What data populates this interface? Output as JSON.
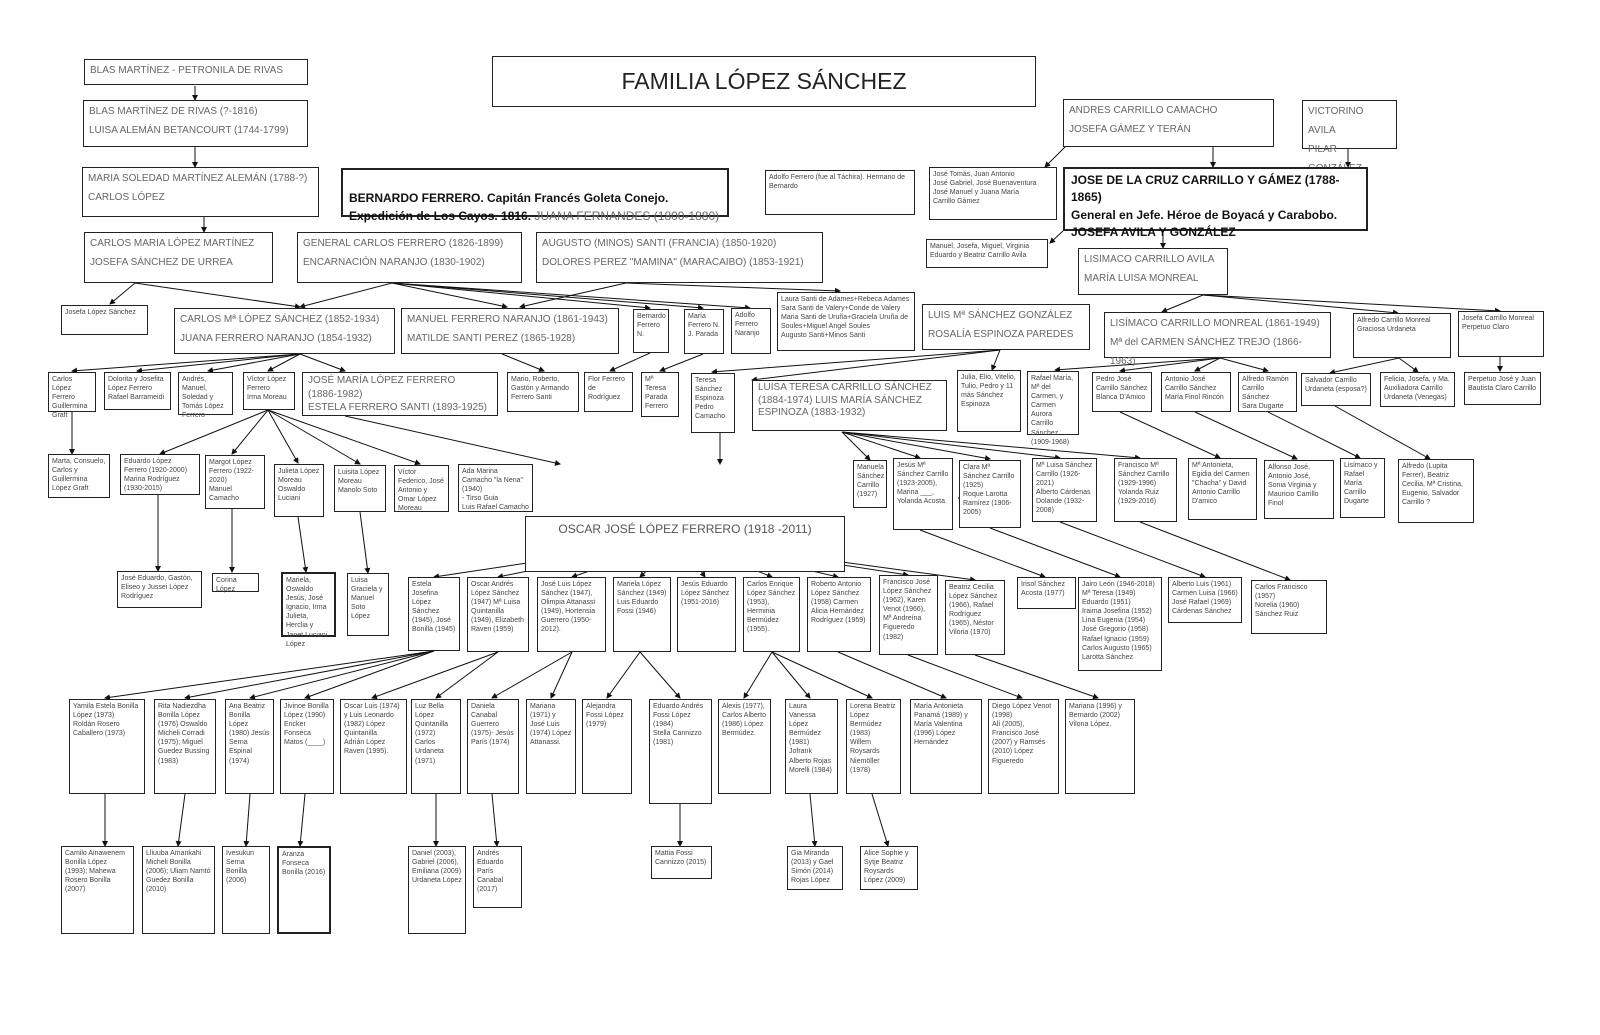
{
  "title": "FAMILIA LÓPEZ SÁNCHEZ",
  "people": {
    "blas_petronila": "BLAS MARTÍNEZ - PETRONILA DE RIVAS",
    "blas_luisa": "BLAS MARTÍNEZ DE RIVAS (?-1816)\nLUISA ALEMÁN BETANCOURT (1744-1799)",
    "maria_soledad": "MARIA SOLEDAD MARTÍNEZ ALEMÁN (1788-?)\nCARLOS LÓPEZ",
    "carlos_maria": "CARLOS MARIA LÓPEZ MARTÍNEZ\nJOSEFA SÁNCHEZ DE URREA",
    "bernardo_bold": "BERNARDO FERRERO. Capitán Francés Goleta Conejo. Expedición de Los Cayos. 1816.",
    "bernardo_thin": " JUANA FERNANDES (1800-1880)",
    "general_carlos": "GENERAL CARLOS FERRERO (1826-1899)\nENCARNACIÓN NARANJO (1830-1902)",
    "augusto_santi": "AUGUSTO (MINOS) SANTI (FRANCIA) (1850-1920)\nDOLORES PEREZ \"MAMINA\" (MARACAIBO) (1853-1921)",
    "adolfo_tachira": "Adolfo Ferrero (fue al Táchira). Hermano de Bernardo",
    "jose_tomas": "José Tomás, Juan Antonio\nJosé Gabriel, José Buenaventura\nJosé Manuel y Juana María\nCarrillo Gámez",
    "andres_carrillo": "ANDRES CARRILLO CAMACHO\nJOSEFA GÁMEZ Y TERÁN",
    "victorino": "VICTORINO AVILA\nPILAR GONZÁLEZ",
    "jose_cruz": "JOSE DE LA CRUZ CARRILLO Y GÁMEZ (1788-1865)\nGeneral en Jefe. Héroe de Boyacá y Carabobo.\nJOSEFA AVILA Y GONZÁLEZ",
    "manuel_josefa": "Manuel, Josefa, Miguel, Virginia\nEduardo y Beatriz Carrillo Avila",
    "lisimaco_avila": "LISIMACO CARRILLO AVILA\nMARÍA LUISA MONREAL",
    "laura_santi": "Laura Santi de Adames+Rebeca Adames\nSara Santi de Valery+Conde de Valery\nMaria Santi de Uruña+Graciela Uruña de Soules+Miguel Angel Soules\nAugusto Santi+Minos Santi",
    "josefa_lopez": "Josefa López Sánchez",
    "carlos_ma": "CARLOS Mª LÓPEZ SÁNCHEZ (1852-1934)\nJUANA FERRERO NARANJO (1854-1932)",
    "manuel_ferrero": "MANUEL FERRERO NARANJO (1861-1943)\nMATILDE SANTI PEREZ (1865-1928)",
    "bernardo_n": "Bernardo Ferrero N.",
    "maria_ferrero": "María Ferrero N. J. Parada",
    "adolfo_naranjo": "Adolfo Ferrero Naranjo",
    "luis_ma": "LUIS Mª SÁNCHEZ GONZÁLEZ\nROSALÍA ESPINOZA PAREDES",
    "lisimaco_monreal": "LISÍMACO CARRILLO MONREAL (1861-1949)\nMª del CARMEN SÁNCHEZ TREJO (1866-1963)",
    "alfredo_monreal": "Alfredo Carrillo Monreal\nGraciosa Urdaneta",
    "josefa_monreal": "Josefa Carrillo Monreal\nPerpetuo Claro",
    "carlos_graft": "Carlos López Ferrero\nGuillermina Graft",
    "dolorita": "Dolorita y Josefita López Ferrero\nRafael Barrameidi",
    "andres_manuel": "Andrés, Manuel, Soledad y Tomás López Ferrero",
    "victor_lopez": "Víctor López Ferrero\nIrma Moreau",
    "jose_maria_lf": "JOSÉ MARÍA LÓPEZ FERRERO\n(1886-1982)\nESTELA FERRERO SANTI (1893-1925)",
    "mario_roberto": "Mario, Roberto, Gastón y Armando Ferrero Santi",
    "flor_ferrero": "Flor Ferrero de Rodríguez",
    "ma_teresa_parada": "Mª Teresa Parada Ferrero",
    "teresa_sanchez": "Teresa Sánchez Espinoza\nPedro Camacho",
    "luisa_teresa": "LUISA TERESA CARRILLO SÁNCHEZ\n(1884-1974) LUIS MARÍA SÁNCHEZ\nESPINOZA (1883-1932)",
    "julia_elio": "Julia, Elio, Vitelio, Tulio, Pedro y 11 más Sánchez Espinoza",
    "rafael_maria": "Rafael María, Mª del Carmen, y Carmen Aurora Carrillo Sánchez (1909-1968)",
    "pedro_jose": "Pedro José Carrillo Sánchez\nBlanca D'Amico",
    "antonio_jose": "Antonio José Carrillo Sánchez\nMaría Finol Rincón",
    "alfredo_ramon": "Alfredo Ramón Carrillo Sánchez\nSara Dugarte",
    "salvador": "Salvador Carrillo Urdaneta (esposa?)",
    "felicia": "Felicia, Josefa, y Ma. Auxiliadora Carrillo Urdaneta (Venegas)",
    "perpetuo": "Perpetuo José y Juan Bautista Claro Carrillo",
    "marta_consuelo": "Marta, Consuelo, Carlos y Guillermina López Graft",
    "eduardo_lopez": "Eduardo López Ferrero (1920-2000)\nMarina Rodríguez (1930-2015)",
    "margot": "Margot López Ferrero (1922-2020)\nManuel Camacho",
    "julieta": "Julieta López Moreau\nOswaldo Luciani",
    "luisita": "Luisita López Moreau\nManolo Soto",
    "victor_federico": "Víctor Federico, José Antonio y Omar López Moreau",
    "ada_marina": "Ada Marina Camacho \"la Nena\" (1940)\n- Tirso Guia\nLuis Rafael Camacho",
    "manuela_sc": "Manuela Sánchez Carrillo (1927)",
    "jesus_ma": "Jesús Mª Sánchez Carrillo (1923-2005), Marina ___, Yolanda Acosta",
    "clara_ma": "Clara Mª Sánchez Carrillo (1925)\nRoque Larotta\nRamírez (1906-2005)",
    "ma_luisa": "Mª Luisa Sánchez Carrillo (1926-2021)\nAlberto Cárdenas Dolande (1932-2008)",
    "francisco_ma": "Francisco Mª Sánchez Carrillo (1929-1996)\nYolanda Ruiz (1929-2016)",
    "ma_antonieta": "Mª Antonieta, Egidia del Carmen \"Chacha\" y David Antonio Carrillo D'amico",
    "alfonso_jose": "Alfonso José, Antonio José, Sonia Virginia y Mauricio Carrillo Finol",
    "lisimaco_y": "Lisímaco y Rafael María Carrillo Dugarte",
    "alfredo_lupita": "Alfredo (Lupita Ferrer), Beatriz Cecilia, Mª Cristina, Eugenio, Salvador Carrillo ?",
    "oscar_main": "OSCAR JOSÉ LÓPEZ FERRERO (1918\n-2011)",
    "jose_eduardo": "José Eduardo, Gastón, Eliseo y Jussei López Rodríguez",
    "corina": "Corina López",
    "mariela_oswaldo": "Mariela, Oswaldo Jesús, José Ignacio, Irma Julieta, Herclia y Janet Luciani López",
    "luisa_graciela": "Luisa Graciela y Manuel Soto López",
    "estela_josefina": "Estela Josefina López Sánchez (1945), José Bonilla (1945)",
    "oscar_andres": "Oscar Andrés López Sánchez (1947) Mª Luisa Quintanilla (1949), Elizabeth Raven (1959)",
    "jose_luis": "José Luis López Sánchez (1947), Olimpia Attanassi (1949), Hortensia Guerrero (1950-2012).",
    "mariela_ls": "Mariela López Sánchez (1949)\nLuis Eduardo Fossi (1946)",
    "jesus_eduardo": "Jesús Eduardo López Sánchez (1951-2016)",
    "carlos_enrique": "Carlos Enrique López Sánchez (1953), Herminia Bermúdez (1955).",
    "roberto_antonio": "Roberto Antonio López Sánchez (1958) Carmen Alicia Hernández Rodríguez (1959)",
    "francisco_jose": "Francisco José López Sánchez (1962), Karen Venot (1966), Mª Andreína Figueredo (1982)",
    "beatriz_cecilia": "Beatriz Cecilia López Sánchez (1966), Rafael Rodríguez (1965), Néstor Viloria (1970)",
    "irisol": "Irisol Sánchez Acosta (1977)",
    "jairo_leon": "Jairo León (1946-2018)\nMª Teresa (1949)\nEduardo (1951)\nIraima Josefina (1952)\nLina Eugenia (1954)\nJosé Gregorio (1958)\nRafael Ignacio (1959)\nCarlos Augusto (1965)\nLarotta Sánchez",
    "alberto_luis": "Alberto Luis (1961)\nCarmen Luisa (1966)\nJosé Rafael (1969)\nCárdenas Sánchez",
    "carlos_francisco": "Carlos Francisco (1957)\nNorelia (1960)\nSánchez Ruiz",
    "yamila": "Yamila Estela Bonilla López (1973)\nRoldán Rosero Caballero (1973)",
    "rita": "Rita Nadiezdha Bonilla López (1976) Oswaldo Micheli Corradi (1975); Miguel Guedez Bussing (1983)",
    "ana_beatriz": "Ana Beatriz Bonilla López (1980) Jesús Serna Espinal (1974)",
    "jivinoe": "Jivinoe Bonilla López (1990)\nEricker Fonseca Matos (____)",
    "oscar_luis": "Oscar Luis (1974) y Luis Leonardo (1982) López Quintanilla\nAdrián López Raven (1995).",
    "luz_bella": "Luz Bella López Quintanilla (1972)\nCarlos Urdaneta (1971)",
    "daniela": "Daniela Canabal Guerrero (1975)- Jesús París (1974)",
    "mariana": "Mariana (1971) y José Luis (1974) López Attanassi.",
    "alejandra": "Alejandra Fossi López (1979)",
    "eduardo_andres": "Eduardo Andrés Fossi López (1984)\nStella Cannizzo (1981)",
    "alexis": "Alexis (1977), Carlos Alberto (1986) López Bermúdez.",
    "laura_vanessa": "Laura Vanessa López Bermúdez (1981)\nJofrank Alberto Rojas Morelli (1984)",
    "lorena_beatriz": "Lorena Beatriz López Bermúdez (1983)\nWillem Roysards Niemöller (1978)",
    "maria_antonieta": "María Antonieta Panamá (1989) y María Valentina (1996) López Hernández",
    "diego_lopez": "Diego López Venot (1998)\nAlí (2005), Francisco José (2007) y Ramsés (2010) López Figueredo",
    "mariana_bernardo": "Mariana (1996) y Bernardo (2002) Vilona López.",
    "camilo": "Camilo Ainawenem Bonilla López (1993); Mahewa Rosero Bonilla (2007)",
    "lliuuba": "Lliuuba Amankahi Micheli Bonilla (2006); Uliam Namtó Guedez Bonilla (2010)",
    "ivesukun": "Ivesukun Serna Bonilla (2006)",
    "aranza": "Aranza Fonseca Bonilla (2016)",
    "daniel_gabriel": "Daniel (2003), Gabriel (2006), Emiliana (2009) Urdaneta López",
    "andres_paris": "Andrés Eduardo París Canabal (2017)",
    "mattia": "Mattia Fossi Cannizzo (2015)",
    "gia": "Gia Miranda (2013) y Gael Simón (2014) Rojas López",
    "alice": "Alice Sophie y Sytje Beatriz Roysards López (2009)"
  }
}
